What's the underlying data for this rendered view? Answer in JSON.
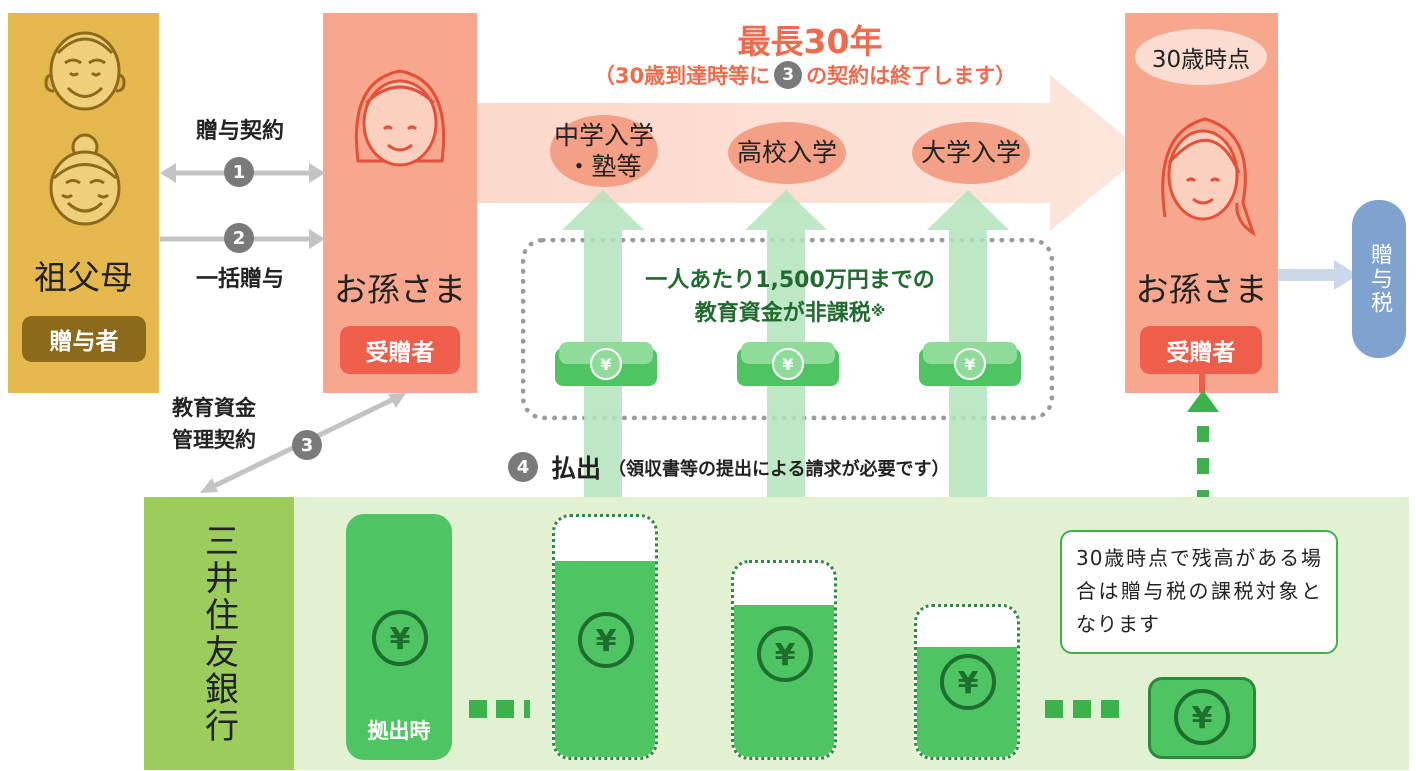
{
  "grandparents": {
    "name": "祖父母",
    "role": "贈与者"
  },
  "grandchild": {
    "name": "お孫さま",
    "role": "受贈者"
  },
  "grandchild_30": {
    "top_label": "30歳時点",
    "name": "お孫さま",
    "role": "受贈者"
  },
  "gift_tax_box": "贈与税",
  "arrows": {
    "gift_contract": "贈与契約",
    "lump_sum_gift": "一括贈与",
    "edu_contract_line1": "教育資金",
    "edu_contract_line2": "管理契約",
    "num1": "1",
    "num2": "2",
    "num3": "3",
    "num4": "4"
  },
  "timeline": {
    "title": "最長30年",
    "subtitle_before": "（30歳到達時等に",
    "subtitle_num": "3",
    "subtitle_after": "の契約は終了します）",
    "stages": [
      "中学入学\n・塾等",
      "高校入学",
      "大学入学"
    ]
  },
  "tax_free": {
    "line1": "一人あたり1,500万円までの",
    "line2": "教育資金が非課税",
    "mark": "※"
  },
  "withdraw": {
    "label": "払出",
    "note": "（領収書等の提出による請求が必要です）"
  },
  "bank": {
    "name": "三井住友銀行",
    "deposit_label": "拠出時"
  },
  "note_box": "30歳時点で残高がある場合は贈与税の課税対象となります",
  "yen_symbol": "¥",
  "colors": {
    "gold": "#e4b84c",
    "salmon": "#f7a78d",
    "red_pill": "#ee5e4a",
    "brown_pill": "#8b6a1c",
    "green": "#4fc463",
    "light_green": "#e3f1d3",
    "bank_green": "#9bcc5c",
    "blue": "#7fa2ce"
  }
}
